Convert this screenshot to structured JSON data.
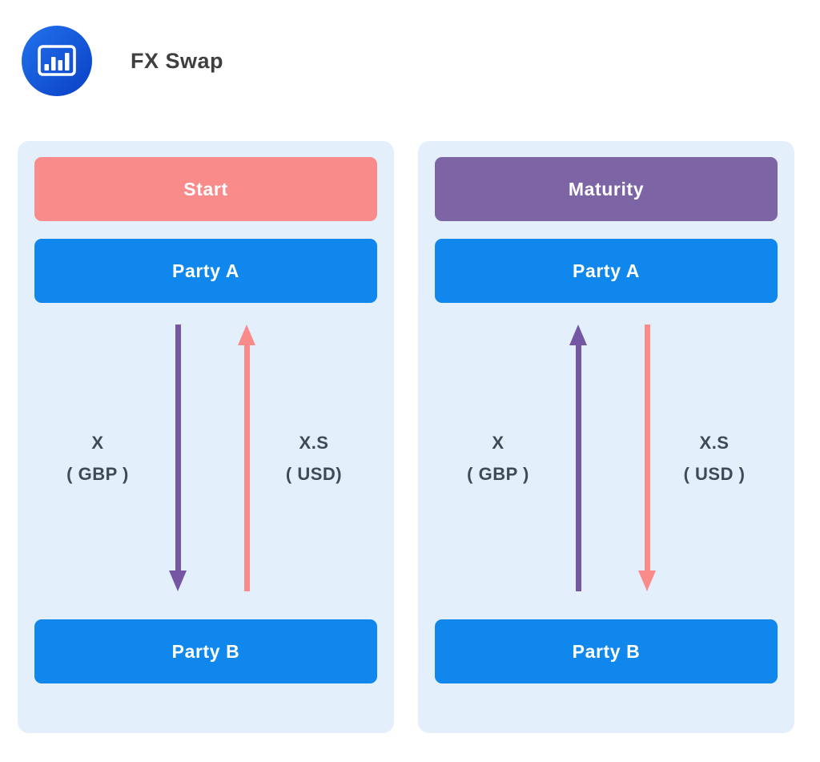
{
  "header": {
    "title": "FX Swap",
    "logo_icon": "bar-chart-icon"
  },
  "colors": {
    "party_blue": "#0f87ed",
    "start_salmon": "#f98b8b",
    "maturity_purple": "#7d64a4",
    "arrow_purple": "#7456a3",
    "arrow_pink": "#f98b8b",
    "panel_background": "#e3f0fc",
    "label_text": "#3e4a55",
    "logo_blue_top": "#2173ee",
    "logo_blue_bottom": "#0a3fc4"
  },
  "panels": [
    {
      "stage_label": "Start",
      "stage_color": "#f98b8b",
      "top_party_label": "Party A",
      "bottom_party_label": "Party B",
      "flows": [
        {
          "amount": "X",
          "currency": "( GBP )",
          "direction": "down",
          "color": "#7456a3"
        },
        {
          "amount": "X.S",
          "currency": "( USD)",
          "direction": "up",
          "color": "#f98b8b"
        }
      ]
    },
    {
      "stage_label": "Maturity",
      "stage_color": "#7d64a4",
      "top_party_label": "Party A",
      "bottom_party_label": "Party B",
      "flows": [
        {
          "amount": "X",
          "currency": "( GBP )",
          "direction": "up",
          "color": "#7456a3"
        },
        {
          "amount": "X.S",
          "currency": "( USD )",
          "direction": "down",
          "color": "#f98b8b"
        }
      ]
    }
  ]
}
